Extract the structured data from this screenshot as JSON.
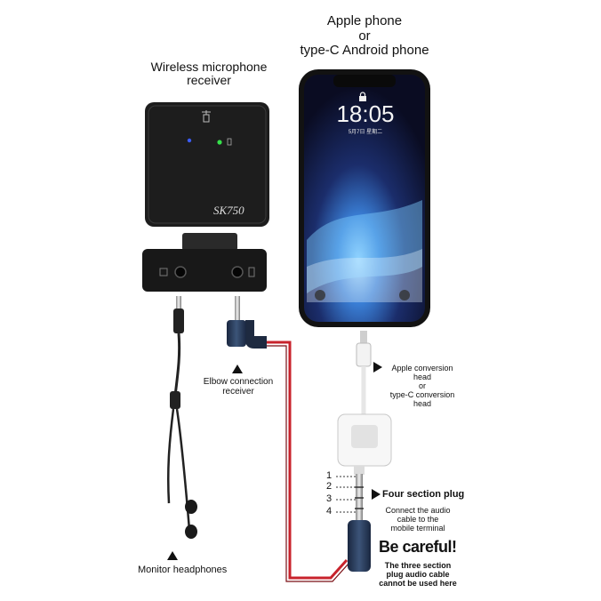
{
  "labels": {
    "phone_title": [
      "Apple phone",
      "or",
      "type-C Android phone"
    ],
    "receiver_title": [
      "Wireless microphone",
      "receiver"
    ],
    "receiver_model": "SK750",
    "phone_time": "18:05",
    "phone_date": "5月7日 星期二",
    "elbow": [
      "Elbow connection",
      "receiver"
    ],
    "conversion": [
      "Apple conversion",
      "head",
      "or",
      "type-C conversion",
      "head"
    ],
    "plug_numbers": [
      "1",
      "2",
      "3",
      "4"
    ],
    "four_section": "Four section plug",
    "connect_note": [
      "Connect the audio",
      "cable to the",
      "mobile terminal"
    ],
    "careful": "Be careful!",
    "careful_note": [
      "The three section",
      "plug audio cable",
      "cannot be used here"
    ],
    "monitor": "Monitor headphones"
  },
  "icons": [
    "lock-icon",
    "camera-icon",
    "flashlight-icon",
    "antenna-icon",
    "headphone-jack-icon"
  ],
  "colors": {
    "cable_red": "#c8232c",
    "device_black": "#1c1c1c",
    "plug_blue": "#24364f"
  }
}
